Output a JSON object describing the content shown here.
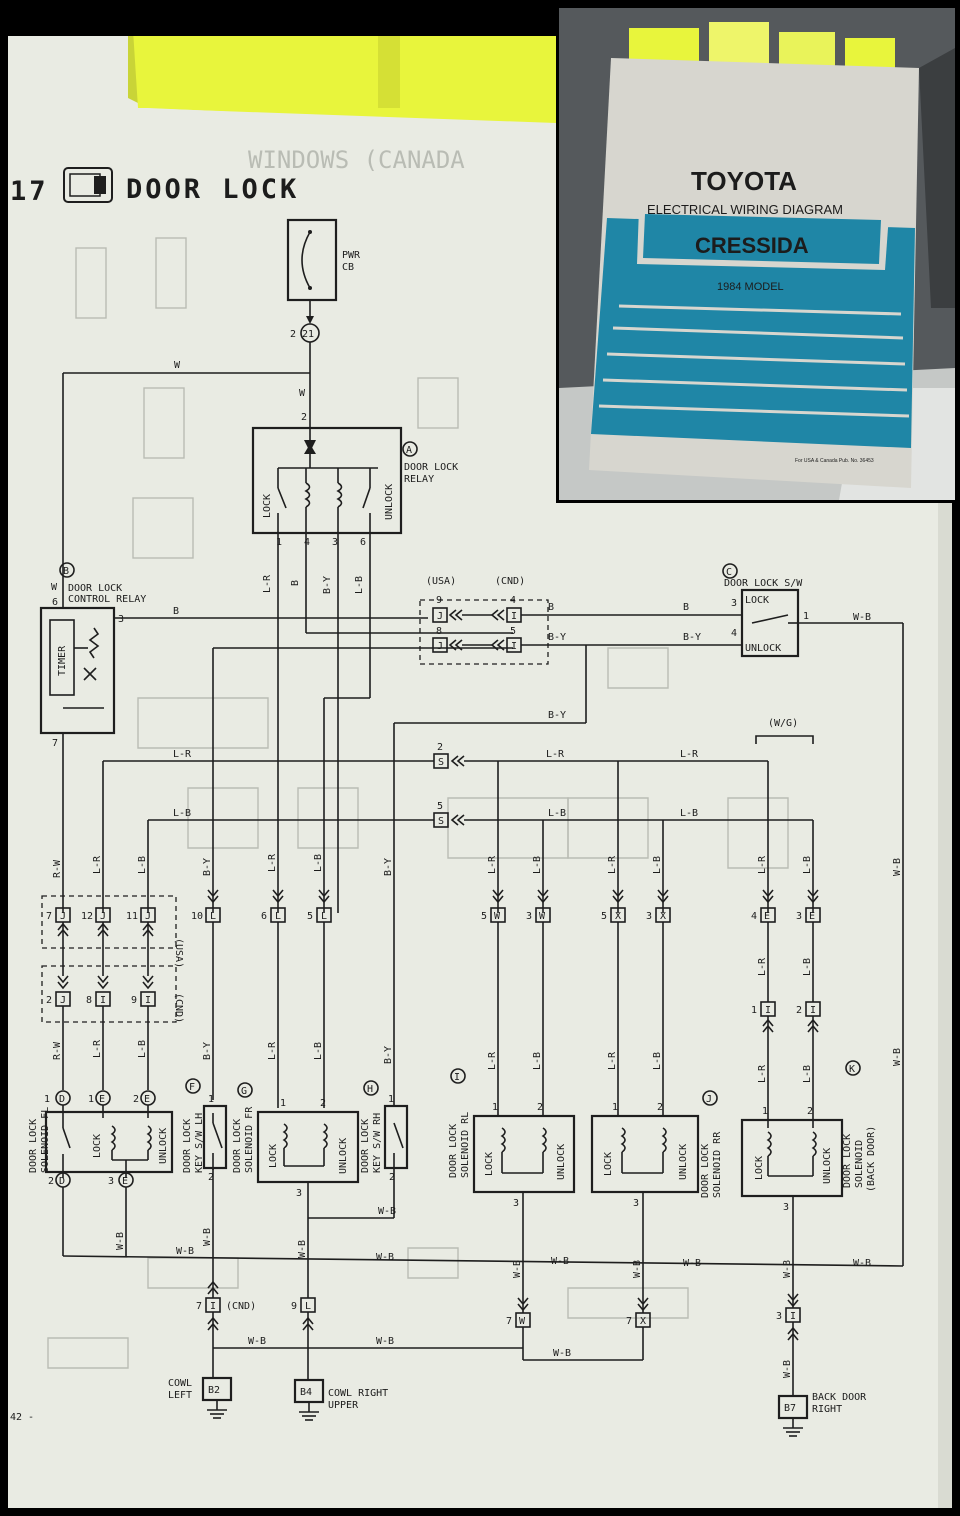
{
  "page": {
    "section_number": "17",
    "title": "DOOR LOCK",
    "title_icon": "lock-switch-icon",
    "page_number": "42 -",
    "bleed_through_text": "WINDOWS (CANADA"
  },
  "components": {
    "pwr_cb": {
      "l1": "PWR",
      "l2": "CB"
    },
    "junction_top": "21",
    "junction_top_pin": "2",
    "door_lock_relay": {
      "letter": "A",
      "l1": "DOOR LOCK",
      "l2": "RELAY",
      "lock": "LOCK",
      "unlock": "UNLOCK",
      "pins": [
        "1",
        "4",
        "3",
        "6"
      ],
      "top_pin": "2"
    },
    "control_relay": {
      "letter": "B",
      "l1": "DOOR LOCK",
      "l2": "CONTROL RELAY",
      "timer": "TIMER",
      "pin6": "6",
      "pin3": "3",
      "pin7": "7"
    },
    "lock_sw": {
      "letter": "C",
      "title": "DOOR LOCK S/W",
      "lock": "LOCK",
      "unlock": "UNLOCK",
      "pin3": "3",
      "pin4": "4",
      "pin1": "1"
    },
    "sol_fl": {
      "letter": "D",
      "l1": "DOOR LOCK",
      "l2": "SOLENOID FL",
      "lock": "LOCK",
      "unlock": "UNLOCK"
    },
    "key_lh": {
      "letter": "F",
      "l1": "DOOR LOCK",
      "l2": "KEY S/W LH",
      "p1": "1",
      "p2": "2"
    },
    "sol_fr": {
      "letter": "G",
      "l1": "DOOR LOCK",
      "l2": "SOLENOID FR",
      "lock": "LOCK",
      "unlock": "UNLOCK",
      "p1": "1",
      "p2": "2",
      "p3": "3"
    },
    "key_rh": {
      "letter": "H",
      "l1": "DOOR LOCK",
      "l2": "KEY S/W RH",
      "p1": "1",
      "p2": "2"
    },
    "sol_rl": {
      "letter": "I",
      "l1": "DOOR LOCK",
      "l2": "SOLENOID RL",
      "lock": "LOCK",
      "unlock": "UNLOCK",
      "p1": "1",
      "p2": "2",
      "p3": "3"
    },
    "sol_rr": {
      "letter": "J",
      "l1": "DOOR LOCK",
      "l2": "SOLENOID RR",
      "lock": "LOCK",
      "unlock": "UNLOCK",
      "p1": "1",
      "p2": "2",
      "p3": "3"
    },
    "sol_back": {
      "letter": "K",
      "l1": "DOOR LOCK",
      "l2": "SOLENOID",
      "l3": "(BACK DOOR)",
      "lock": "LOCK",
      "unlock": "UNLOCK",
      "p1": "1",
      "p2": "2",
      "p3": "3"
    }
  },
  "labels": {
    "usa": "(USA)",
    "cnd": "(CND)",
    "wg": "(W/G)",
    "w": "W",
    "b": "B",
    "by": "B-Y",
    "lr": "L-R",
    "lb": "L-B",
    "wb": "W-B",
    "rw": "R-W"
  },
  "connectors": {
    "j9": "J",
    "j9n": "9",
    "j8": "J",
    "j8n": "8",
    "i4": "I",
    "i4n": "4",
    "i5": "I",
    "i5n": "5",
    "s2": "S",
    "s2n": "2",
    "s5": "S",
    "s5n": "5",
    "j7": "J",
    "j7n": "7",
    "j12": "J",
    "j12n": "12",
    "j11": "J",
    "j11n": "11",
    "j2": "J",
    "j2n": "2",
    "i8": "I",
    "i8n": "8",
    "i9": "I",
    "i9n": "9",
    "l10": "L",
    "l10n": "10",
    "l6": "L",
    "l6n": "6",
    "l5": "L",
    "l5n": "5",
    "w5": "W",
    "w5n": "5",
    "w3": "W",
    "w3n": "3",
    "x5": "X",
    "x5n": "5",
    "x3": "X",
    "x3n": "3",
    "e4": "E",
    "e4n": "4",
    "e3": "E",
    "e3n": "3",
    "i1": "I",
    "i1n": "1",
    "i2": "I",
    "i2n": "2",
    "d1": "D",
    "d1n": "1",
    "e1": "E",
    "e1n": "1",
    "e2": "E",
    "e2n": "2",
    "d2": "D",
    "d2n": "2",
    "e3b": "E",
    "e3bn": "3",
    "i7": "I",
    "i7n": "7",
    "l9": "L",
    "l9n": "9",
    "w7": "W",
    "w7n": "7",
    "x7": "X",
    "x7n": "7",
    "i3": "I",
    "i3n": "3"
  },
  "grounds": {
    "b2": {
      "code": "B2",
      "l1": "COWL",
      "l2": "LEFT"
    },
    "b4": {
      "code": "B4",
      "l1": "COWL RIGHT",
      "l2": "UPPER"
    },
    "b7": {
      "code": "B7",
      "l1": "BACK DOOR",
      "l2": "RIGHT"
    },
    "cnd_note": "(CND)"
  },
  "manual": {
    "brand": "TOYOTA",
    "subtitle": "ELECTRICAL WIRING DIAGRAM",
    "model": "CRESSIDA",
    "year": "1984 MODEL",
    "footer": "For USA & Canada Pub. No. 36453"
  },
  "colors": {
    "paper": "#e9ebe3",
    "ink": "#1e1e1e",
    "tab": "#e8f53c",
    "teal": "#1f86a6",
    "cover": "#d7d6cf"
  }
}
